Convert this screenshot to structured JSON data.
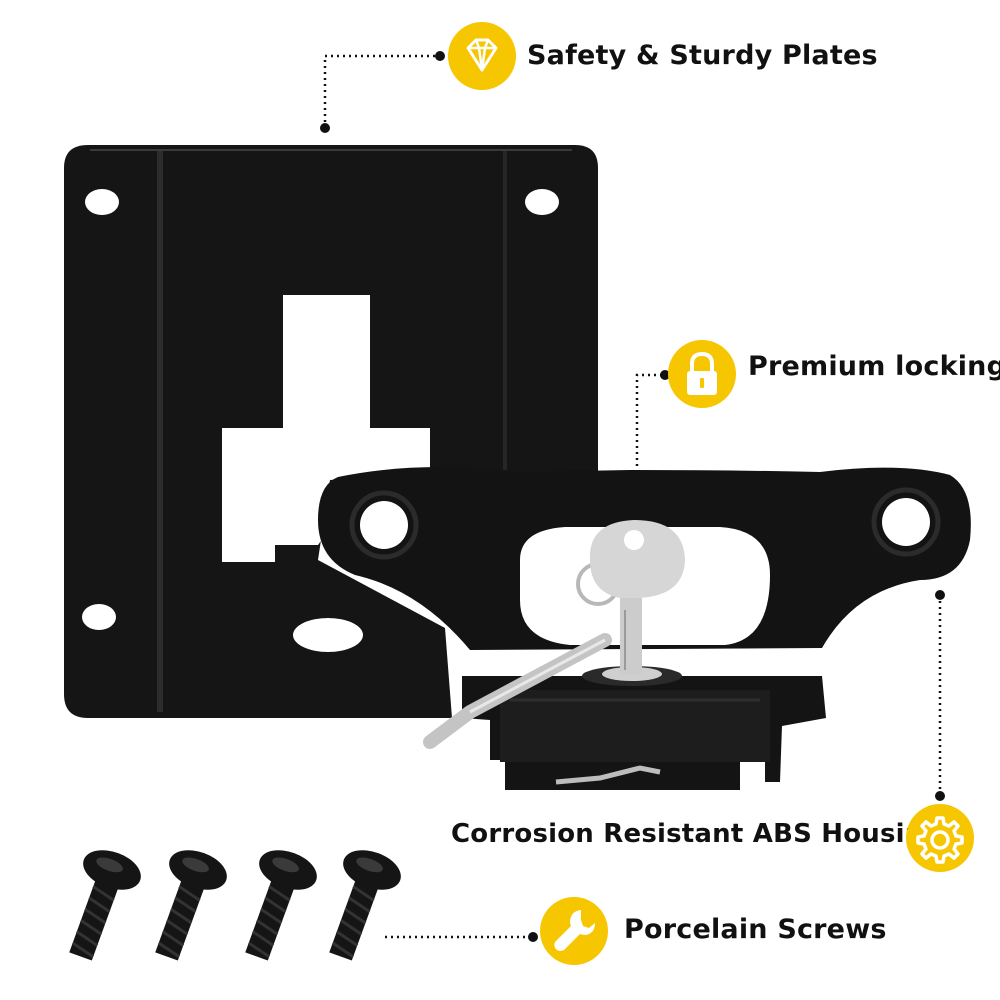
{
  "callouts": {
    "plates": {
      "label": "Safety & Sturdy Plates",
      "icon": "diamond-icon"
    },
    "locking": {
      "label": "Premium locking",
      "icon": "padlock-icon"
    },
    "housing": {
      "label": "Corrosion Resistant ABS Housing",
      "icon": "gear-icon"
    },
    "screws": {
      "label": "Porcelain Screws",
      "icon": "wrench-icon"
    }
  },
  "colors": {
    "accent": "#f6c600",
    "product": "#121212",
    "text": "#111111",
    "metal": "#c9c9c9"
  }
}
